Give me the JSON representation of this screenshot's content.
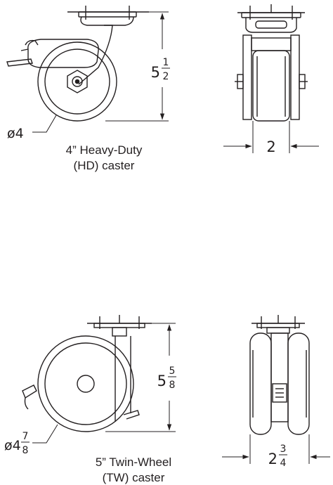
{
  "hd_caster": {
    "caption_line1": "4” Heavy-Duty",
    "caption_line2": "(HD) caster",
    "height_whole": "5",
    "height_num": "1",
    "height_den": "2",
    "diameter_prefix": "ø",
    "diameter_whole": "4",
    "width_whole": "2"
  },
  "tw_caster": {
    "caption_line1": "5” Twin-Wheel",
    "caption_line2": "(TW) caster",
    "height_whole": "5",
    "height_num": "5",
    "height_den": "8",
    "diameter_prefix": "ø",
    "diameter_whole": "4",
    "diameter_num": "7",
    "diameter_den": "8",
    "width_whole": "2",
    "width_num": "3",
    "width_den": "4"
  },
  "colors": {
    "line": "#231f20",
    "background": "#ffffff"
  }
}
